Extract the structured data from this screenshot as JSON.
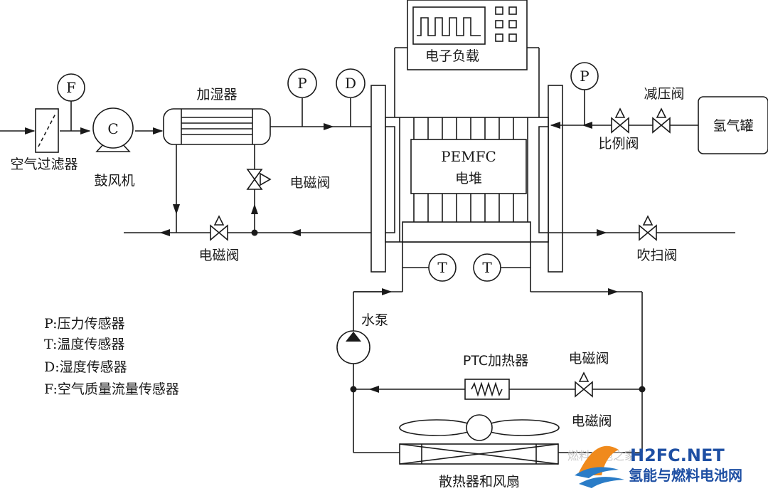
{
  "labels": {
    "electronic_load": "电子负载",
    "humidifier": "加湿器",
    "air_filter": "空气过滤器",
    "blower": "鼓风机",
    "solenoid_valve_upper": "电磁阀",
    "solenoid_valve_lower": "电磁阀",
    "pressure_reducing_valve": "减压阀",
    "proportional_valve": "比例阀",
    "hydrogen_tank": "氢气罐",
    "purge_valve": "吹扫阀",
    "stack_line1": "PEMFC",
    "stack_line2": "电堆",
    "water_pump": "水泵",
    "ptc_heater": "PTC加热器",
    "solenoid_valve_ptc": "电磁阀",
    "solenoid_valve_radiator": "电磁阀",
    "radiator_fan": "散热器和风扇"
  },
  "sensors": {
    "flow": "F",
    "compressor": "C",
    "pressure_air": "P",
    "humidity": "D",
    "pressure_h2": "P",
    "temp_left": "T",
    "temp_right": "T"
  },
  "legend": [
    "P:压力传感器",
    "T:温度传感器",
    "D:湿度传感器",
    "F:空气质量流量传感器"
  ],
  "watermark": {
    "brand": "H2FC.NET",
    "site_name": "氢能与燃料电池网",
    "wechat_caption": "燃料电池之家"
  },
  "colors": {
    "line": "#1a1a1a",
    "watermark_blue": "#1e4fa3",
    "watermark_orange": "#f08a1c"
  }
}
